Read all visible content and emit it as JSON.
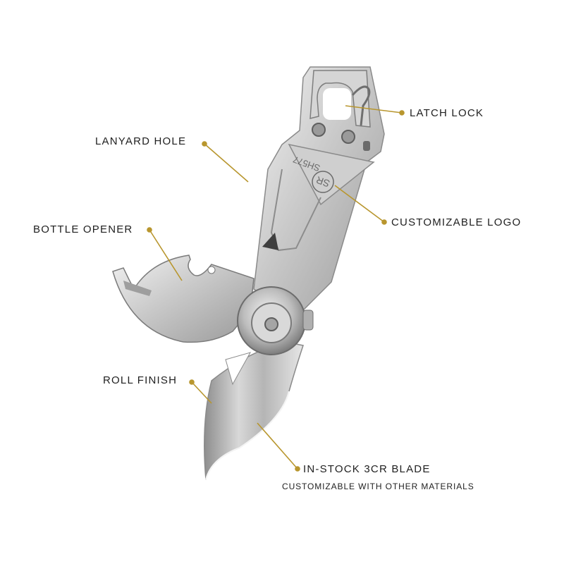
{
  "labels": {
    "latch_lock": "LATCH LOCK",
    "lanyard_hole": "LANYARD HOLE",
    "customizable_logo": "CUSTOMIZABLE LOGO",
    "bottle_opener": "BOTTLE OPENER",
    "roll_finish": "ROLL FINISH",
    "blade_title": "IN-STOCK 3CR BLADE",
    "blade_subtitle": "CUSTOMIZABLE WITH OTHER MATERIALS"
  },
  "engraving": {
    "model": "SH577",
    "logo": "SR"
  },
  "colors": {
    "leader_line": "#b8962e",
    "steel_light": "#e2e2e2",
    "steel_mid": "#bdbdbd",
    "steel_dark": "#7a7a7a",
    "background": "#ffffff"
  }
}
